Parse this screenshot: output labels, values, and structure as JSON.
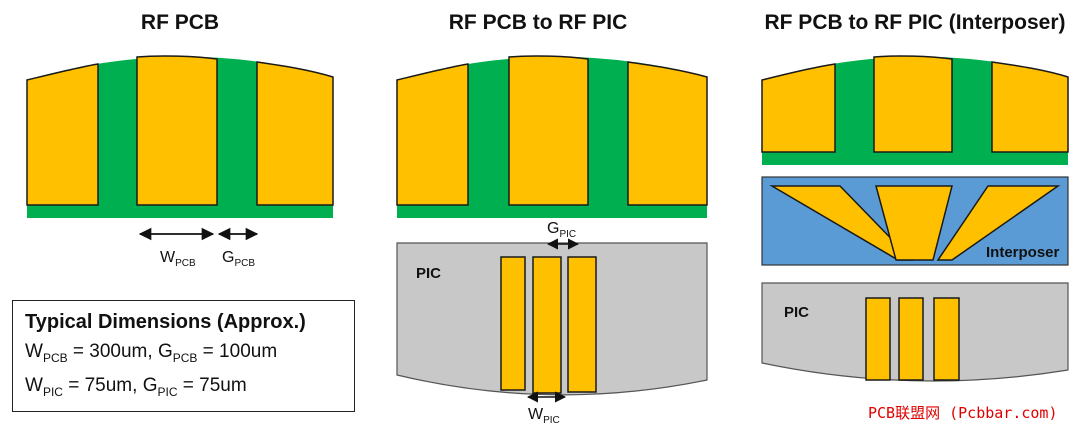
{
  "panels": {
    "left": {
      "title": "RF PCB",
      "w_label": "W",
      "w_sub": "PCB",
      "g_label": "G",
      "g_sub": "PCB"
    },
    "middle": {
      "title": "RF PCB to RF PIC",
      "pic_label": "PIC",
      "g_label": "G",
      "g_sub": "PIC",
      "w_label": "W",
      "w_sub": "PIC"
    },
    "right": {
      "title": "RF PCB to RF PIC (Interposer)",
      "interposer_label": "Interposer",
      "pic_label": "PIC"
    }
  },
  "dimensions": {
    "heading": "Typical Dimensions (Approx.)",
    "line1": {
      "w": "W",
      "w_sub": "PCB",
      "w_val": " = 300um, ",
      "g": "G",
      "g_sub": "PCB",
      "g_val": " = 100um"
    },
    "line2": {
      "w": "W",
      "w_sub": "PIC",
      "w_val": " = 75um, ",
      "g": "G",
      "g_sub": "PIC",
      "g_val": " = 75um"
    }
  },
  "watermark": "PCB联盟网 (Pcbbar.com)",
  "colors": {
    "gold": "#FFC000",
    "green": "#00B050",
    "grey": "#C8C8C8",
    "blue": "#5B9BD5",
    "outline": "#1a1a1a"
  }
}
